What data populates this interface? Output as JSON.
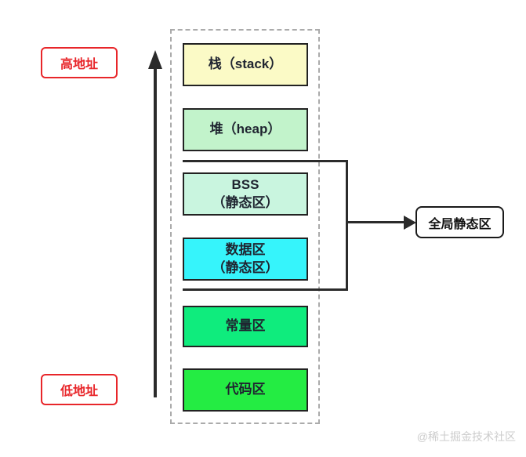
{
  "diagram": {
    "high_address_label": "高地址",
    "low_address_label": "低地址",
    "global_static_label": "全局静态区",
    "watermark": "@稀土掘金技术社区",
    "blocks": [
      {
        "name": "stack",
        "line1": "栈（stack）",
        "color": "#fbfac6"
      },
      {
        "name": "heap",
        "line1": "堆（heap）",
        "color": "#c2f3cb"
      },
      {
        "name": "bss",
        "line1": "BSS",
        "line2": "（静态区）",
        "color": "#c9f5df"
      },
      {
        "name": "data",
        "line1": "数据区",
        "line2": "（静态区）",
        "color": "#36f4fb"
      },
      {
        "name": "constant",
        "line1": "常量区",
        "color": "#0fec7d"
      },
      {
        "name": "code",
        "line1": "代码区",
        "color": "#24ec43"
      }
    ]
  },
  "colors": {
    "label_red": "#e8262a",
    "block_border": "#222222",
    "line_dark": "#2b2b2b",
    "dashed_gray": "#ababab",
    "watermark_gray": "#cccccc"
  }
}
